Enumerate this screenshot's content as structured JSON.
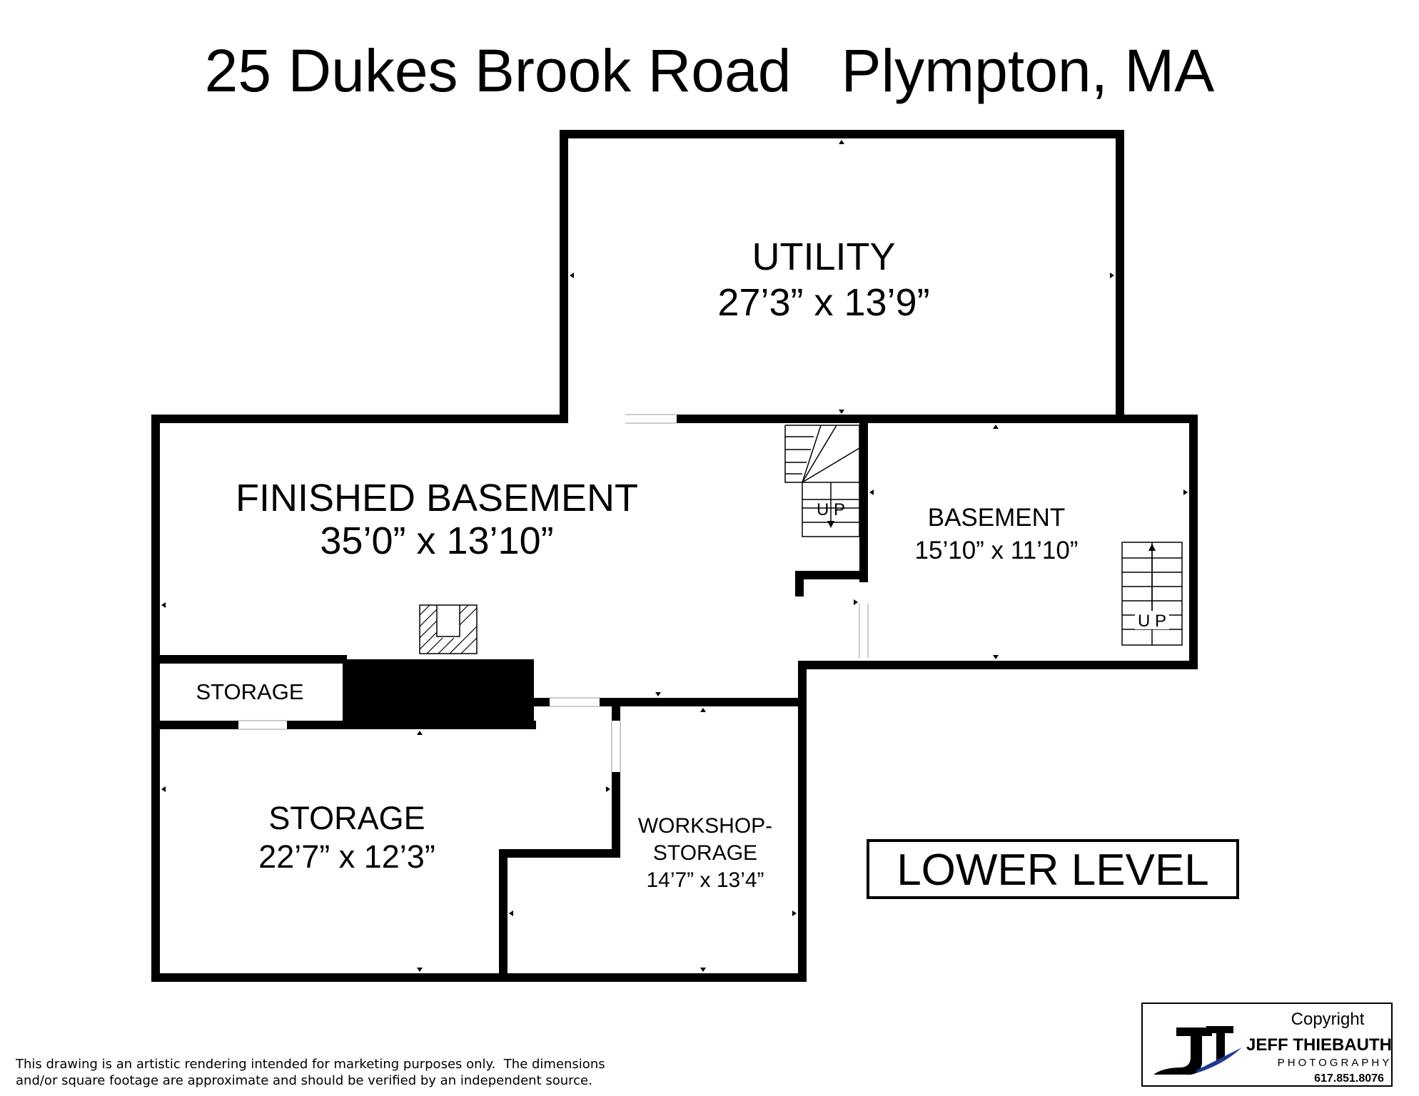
{
  "title": "25 Dukes Brook Road   Plympton, MA",
  "level_label": "LOWER LEVEL",
  "rooms": {
    "utility": {
      "name": "UTILITY",
      "size": "27’3” x 13’9”"
    },
    "finished_basement": {
      "name": "FINISHED BASEMENT",
      "size": "35’0” x 13’10”"
    },
    "basement": {
      "name": "BASEMENT",
      "size": "15’10” x 11’10”"
    },
    "storage_small": {
      "name": "STORAGE"
    },
    "storage": {
      "name": "STORAGE",
      "size": "22’7” x 12’3”"
    },
    "workshop": {
      "name_line1": "WORKSHOP-",
      "name_line2": "STORAGE",
      "size": "14’7” x 13’4”"
    }
  },
  "stairs": {
    "up_label_1": "U P",
    "up_label_2": "U P"
  },
  "disclaimer": {
    "line1": "This drawing is an artistic rendering intended for marketing purposes only.  The dimensions",
    "line2": "and/or square footage are approximate and should be verified by an independent source."
  },
  "copyright": {
    "heading": "Copyright",
    "name": "JEFF THIEBAUTH",
    "sub": "PHOTOGRAPHY",
    "phone": "617.851.8076",
    "logo_letters": "JT"
  }
}
